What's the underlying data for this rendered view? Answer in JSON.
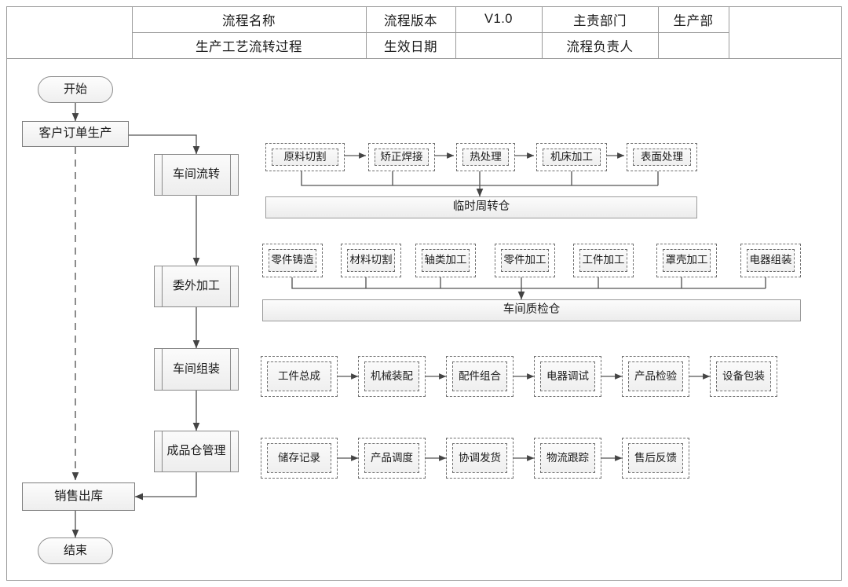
{
  "document": {
    "title": "生产工艺流转过程",
    "header": {
      "labels": {
        "process_name": "流程名称",
        "process_version": "流程版本",
        "owner_dept": "主责部门",
        "effective_date": "生效日期",
        "process_owner": "流程负责人"
      },
      "values": {
        "process_name": "生产工艺流转过程",
        "process_version": "V1.0",
        "owner_dept": "生产部",
        "effective_date": "",
        "process_owner": ""
      }
    }
  },
  "flow": {
    "start": "开始",
    "end": "结束",
    "customer_order": "客户订单生产",
    "sales_outbound": "销售出库",
    "stages": [
      {
        "id": "workshop-transfer",
        "label": "车间流转"
      },
      {
        "id": "outsourced-process",
        "label": "委外加工"
      },
      {
        "id": "workshop-assembly",
        "label": "车间组装"
      },
      {
        "id": "finished-warehouse",
        "label": "成品仓管理"
      }
    ],
    "row1": {
      "steps": [
        "原料切割",
        "矫正焊接",
        "热处理",
        "机床加工",
        "表面处理"
      ],
      "storage": "临时周转仓"
    },
    "row2": {
      "steps": [
        "零件铸造",
        "材料切割",
        "轴类加工",
        "零件加工",
        "工件加工",
        "罩壳加工",
        "电器组装"
      ],
      "storage": "车间质检仓"
    },
    "row3": {
      "steps": [
        "工件总成",
        "机械装配",
        "配件组合",
        "电器调试",
        "产品检验",
        "设备包装"
      ]
    },
    "row4": {
      "steps": [
        "储存记录",
        "产品调度",
        "协调发货",
        "物流跟踪",
        "售后反馈"
      ]
    }
  },
  "colors": {
    "border": "#8a8a8a",
    "frame": "#9a9a9a",
    "line": "#555555",
    "fill_top": "#fcfcfc",
    "fill_bottom": "#ededed",
    "text": "#1a1a1a"
  }
}
